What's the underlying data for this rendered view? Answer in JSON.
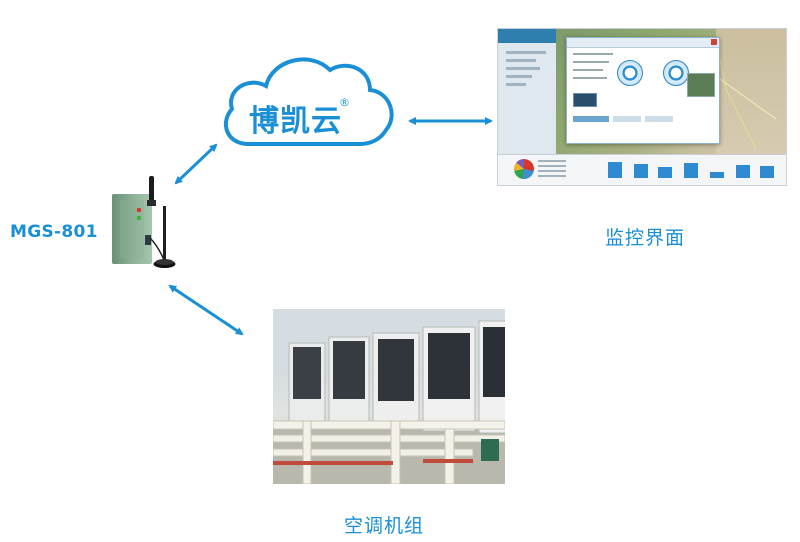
{
  "device": {
    "label": "MGS-801"
  },
  "cloud": {
    "brand": "博凯云",
    "registered_mark": "®",
    "color": "#1a8fd6"
  },
  "monitor": {
    "caption": "监控界面"
  },
  "hvac": {
    "caption": "空调机组"
  },
  "colors": {
    "accent": "#1a8fd6",
    "arrow": "#1a8fd6"
  },
  "connections": [
    {
      "from": "device",
      "to": "cloud",
      "direction": "bidirectional"
    },
    {
      "from": "cloud",
      "to": "monitor",
      "direction": "bidirectional"
    },
    {
      "from": "device",
      "to": "hvac",
      "direction": "bidirectional"
    }
  ]
}
